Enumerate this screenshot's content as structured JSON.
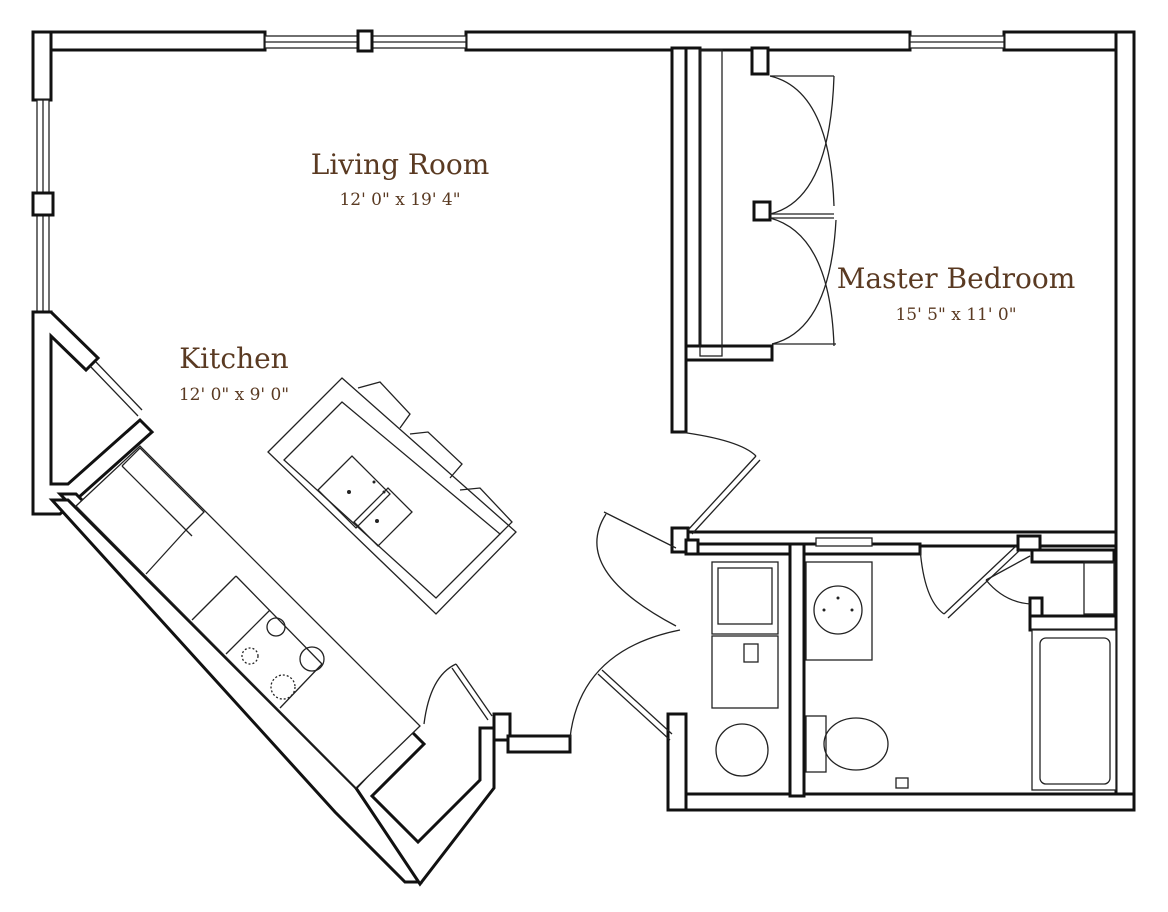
{
  "rooms": {
    "living_room": {
      "name": "Living Room",
      "dimensions": "12' 0\" x 19' 4\""
    },
    "kitchen": {
      "name": "Kitchen",
      "dimensions": "12' 0\" x 9' 0\""
    },
    "master_bedroom": {
      "name": "Master Bedroom",
      "dimensions": "15' 5\" x 11' 0\""
    }
  },
  "colors": {
    "label": "#5a3a22",
    "wall": "#111111",
    "background": "#ffffff"
  }
}
